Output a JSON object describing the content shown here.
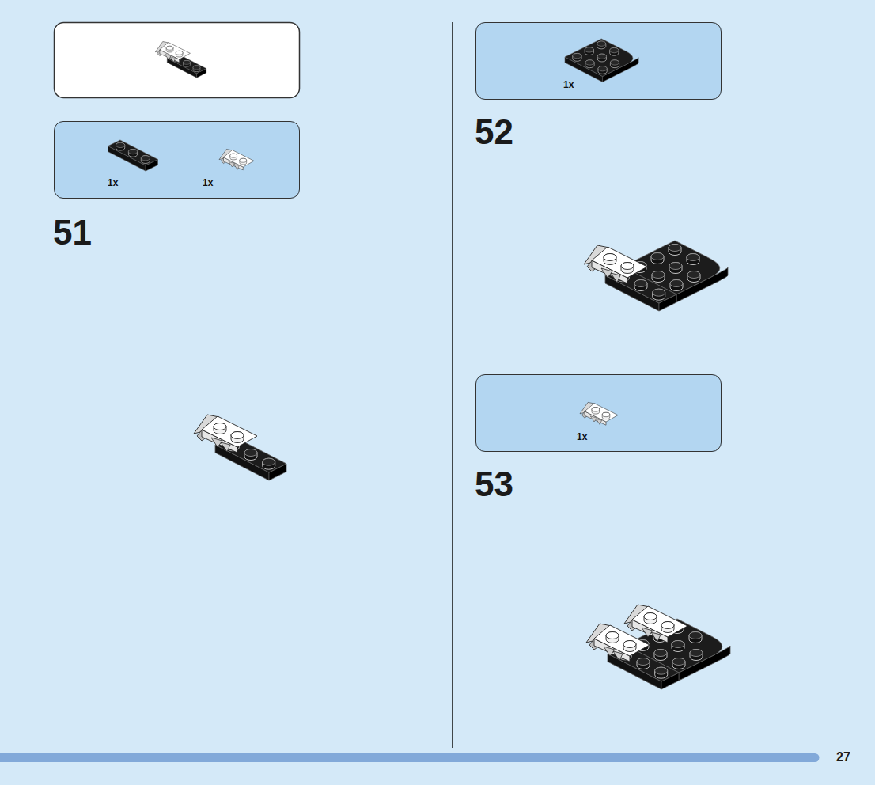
{
  "diagram": {
    "nodes": [
      {
        "text": [
          "1x",
          "1x"
        ]
      },
      {
        "text": [
          "1x"
        ]
      },
      {
        "text": [
          "1x"
        ]
      }
    ],
    "labels": [
      "51",
      "52",
      "53",
      "27"
    ]
  }
}
